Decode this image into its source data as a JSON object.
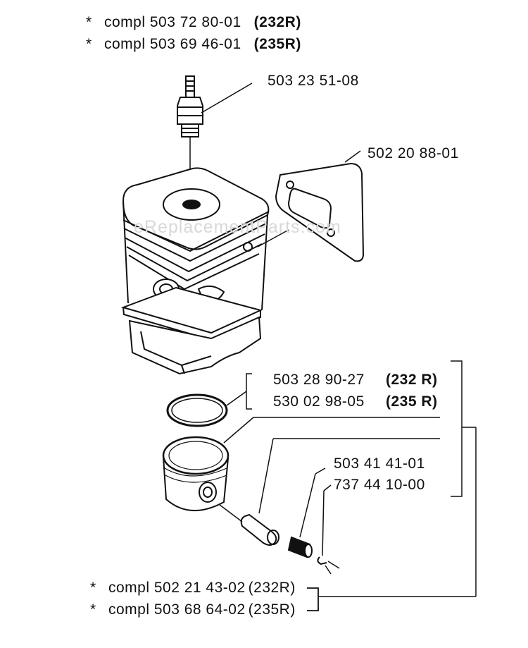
{
  "header": {
    "lines": [
      {
        "marker": "*",
        "text": "compl 503 72 80-01",
        "model": "(232R)"
      },
      {
        "marker": "*",
        "text": "compl 503 69 46-01",
        "model": "(235R)"
      }
    ]
  },
  "watermark": "eReplacementParts.com",
  "callouts": {
    "spark_plug": "503 23 51-08",
    "gasket": "502 20 88-01",
    "ring_232": "503 28 90-27",
    "ring_232_model": "(232 R)",
    "ring_235": "530 02 98-05",
    "ring_235_model": "(235 R)",
    "bearing": "503 41 41-01",
    "circlip": "737 44 10-00"
  },
  "footer": {
    "lines": [
      {
        "marker": "*",
        "text": "compl 502 21 43-02",
        "model": "(232R)"
      },
      {
        "marker": "*",
        "text": "compl 503 68 64-02",
        "model": "(235R)"
      }
    ]
  }
}
